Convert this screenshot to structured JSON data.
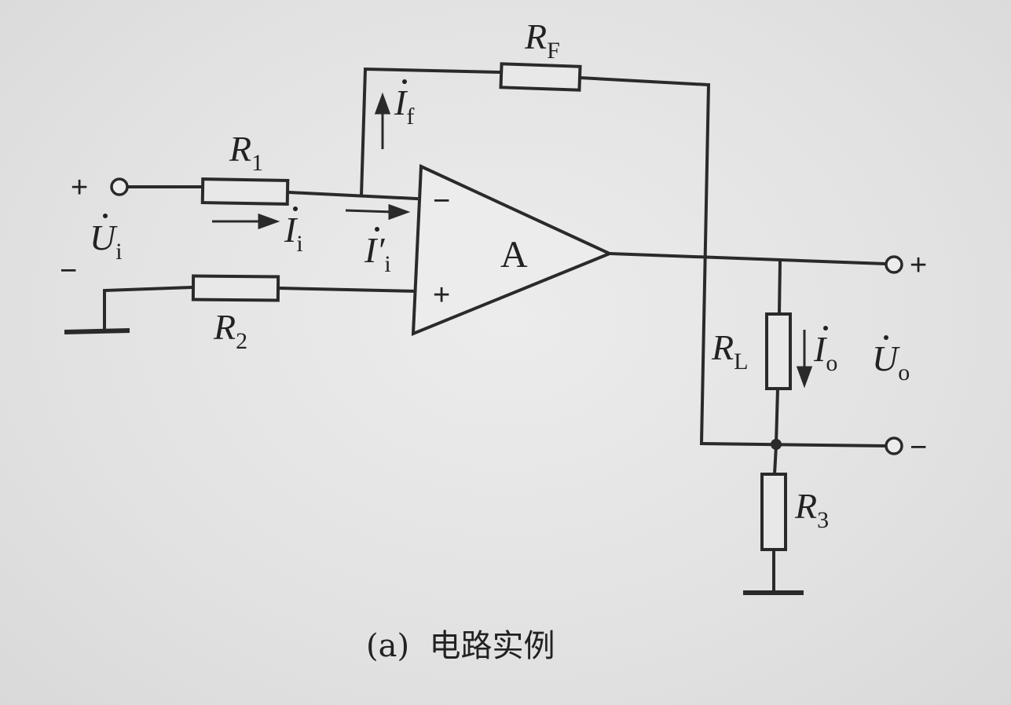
{
  "components": {
    "r1": {
      "name": "R",
      "sub": "1"
    },
    "r2": {
      "name": "R",
      "sub": "2"
    },
    "rf": {
      "name": "R",
      "sub": "F"
    },
    "rl": {
      "name": "R",
      "sub": "L"
    },
    "r3": {
      "name": "R",
      "sub": "3"
    },
    "opamp": "A"
  },
  "currents": {
    "ii": {
      "name": "I",
      "sub": "i"
    },
    "ii_prime": {
      "name": "I′",
      "sub": "i"
    },
    "if": {
      "name": "I",
      "sub": "f"
    },
    "io": {
      "name": "I",
      "sub": "o"
    }
  },
  "voltages": {
    "ui": {
      "name": "U",
      "sub": "i"
    },
    "uo": {
      "name": "U",
      "sub": "o"
    }
  },
  "signs": {
    "plus": "+",
    "minus": "−",
    "in_plus": "+",
    "in_minus": "−",
    "out_plus": "+",
    "out_minus": "−"
  },
  "caption": "(a)  电路实例"
}
